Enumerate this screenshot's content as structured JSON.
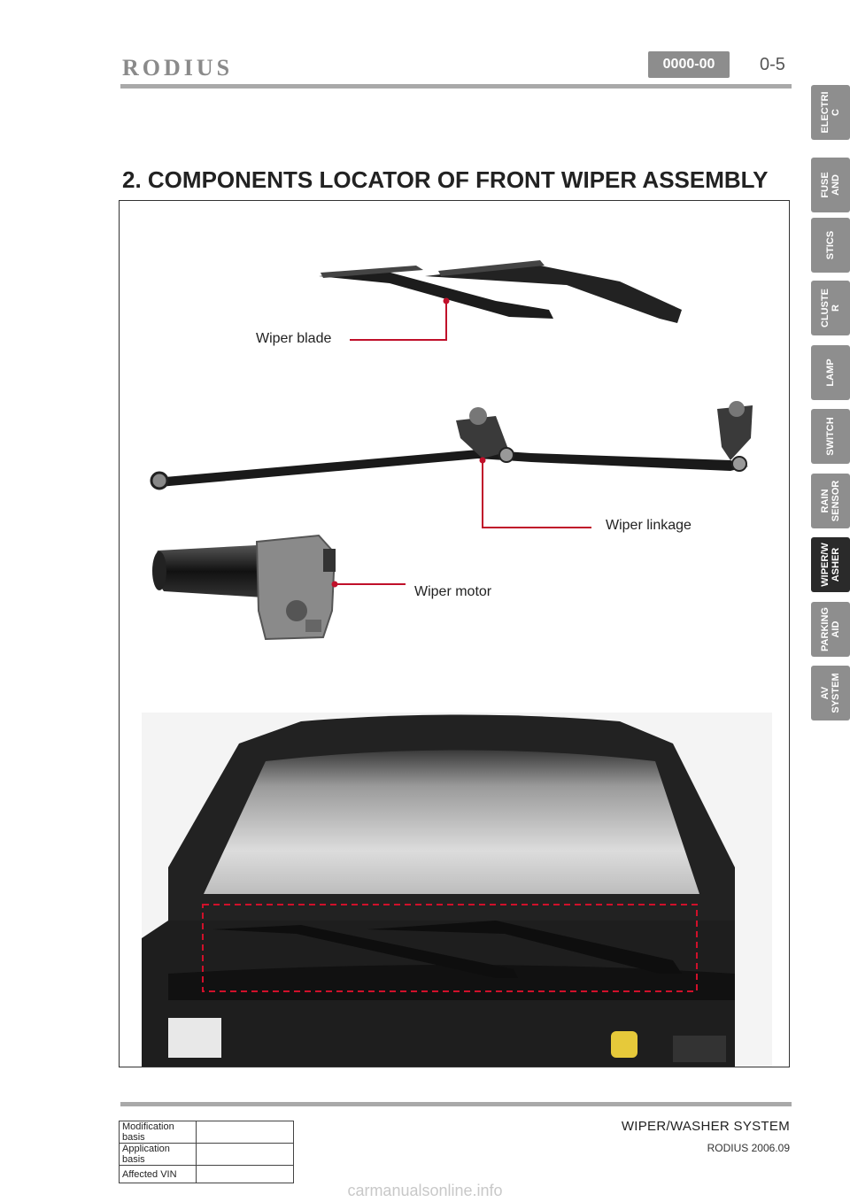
{
  "header": {
    "brand": "RODIUS",
    "code": "0000-00",
    "page": "0-5"
  },
  "title": "2. COMPONENTS LOCATOR OF FRONT WIPER ASSEMBLY",
  "side_tabs": [
    {
      "label": "ELECTRI\nC",
      "active": false
    },
    {
      "label": "FUSE\nAND",
      "active": false
    },
    {
      "label": "STICS",
      "active": false
    },
    {
      "label": "CLUSTE\nR",
      "active": false
    },
    {
      "label": "LAMP",
      "active": false
    },
    {
      "label": "SWITCH",
      "active": false
    },
    {
      "label": "RAIN\nSENSOR",
      "active": false
    },
    {
      "label": "WIPER/W\nASHER",
      "active": true
    },
    {
      "label": "PARKING\nAID",
      "active": false
    },
    {
      "label": "AV\nSYSTEM",
      "active": false
    }
  ],
  "callouts": {
    "blade": "Wiper blade",
    "linkage": "Wiper linkage",
    "motor": "Wiper motor"
  },
  "footer": {
    "section": "WIPER/WASHER SYSTEM",
    "model": "RODIUS 2006.09",
    "table": [
      {
        "label": "Modification basis",
        "value": ""
      },
      {
        "label": "Application basis",
        "value": ""
      },
      {
        "label": "Affected VIN",
        "value": ""
      }
    ]
  },
  "watermark": "carmanualsonline.info",
  "colors": {
    "callout": "#c0102a",
    "tab": "#8e8e8e",
    "tab_active": "#2a2a2a"
  }
}
